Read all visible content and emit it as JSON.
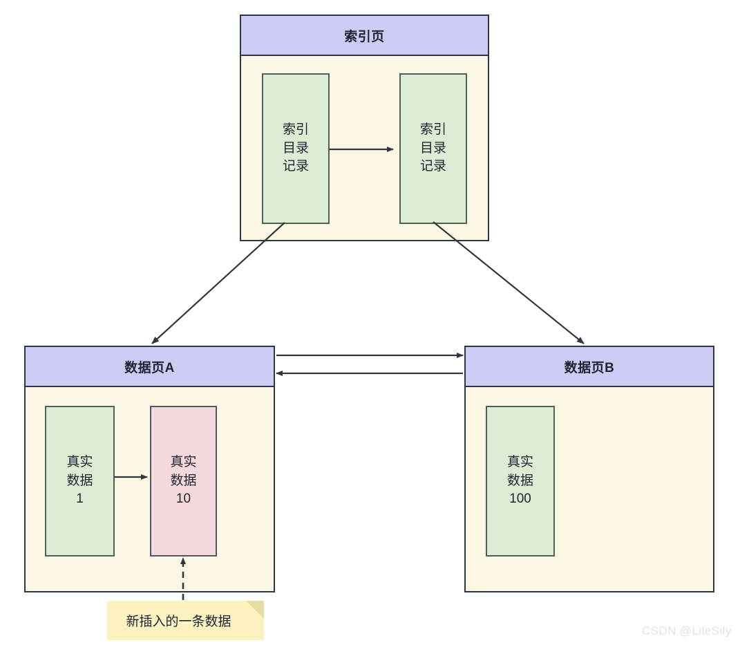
{
  "diagram": {
    "title_semantics": "mysql-index-and-data-page-structure",
    "colors": {
      "header_fill": "#ccccf5",
      "page_fill": "#fbf7e4",
      "record_green": "#dcecd5",
      "record_pink": "#f6d9dd",
      "note_fill": "#fbf2c0",
      "stroke": "#2f3640",
      "watermark": "#e2e2e2"
    }
  },
  "index_page": {
    "header": "索引页",
    "records": [
      {
        "label": "索引\n目录\n记录",
        "color": "green"
      },
      {
        "label": "索引\n目录\n记录",
        "color": "green"
      }
    ]
  },
  "data_page_a": {
    "header": "数据页A",
    "records": [
      {
        "label": "真实\n数据\n1",
        "color": "green"
      },
      {
        "label": "真实\n数据\n10",
        "color": "pink"
      }
    ]
  },
  "data_page_b": {
    "header": "数据页B",
    "records": [
      {
        "label": "真实\n数据\n100",
        "color": "green"
      }
    ]
  },
  "note": {
    "text": "新插入的一条数据"
  },
  "watermark": {
    "text": "CSDN @LileSily"
  },
  "connectors": [
    {
      "name": "index-record-1-to-index-record-2",
      "style": "solid-arrow"
    },
    {
      "name": "index-page-to-data-page-a",
      "style": "solid-arrow"
    },
    {
      "name": "index-page-to-data-page-b",
      "style": "solid-arrow"
    },
    {
      "name": "data-page-a-to-data-page-b",
      "style": "solid-arrow"
    },
    {
      "name": "data-page-b-to-data-page-a",
      "style": "solid-arrow"
    },
    {
      "name": "data-record-1-to-data-record-10",
      "style": "solid-arrow"
    },
    {
      "name": "note-to-data-record-10",
      "style": "dashed-arrow"
    }
  ]
}
